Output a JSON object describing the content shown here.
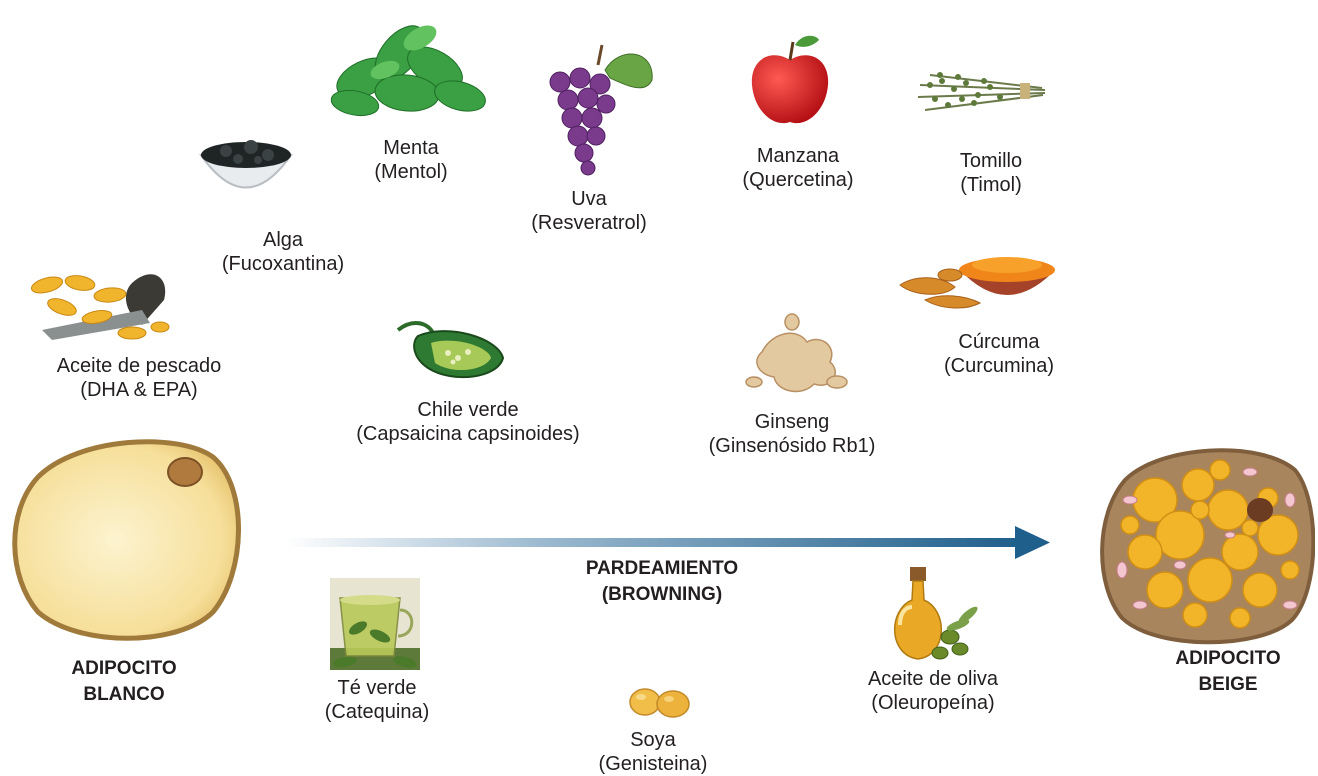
{
  "diagram": {
    "arrow_label": {
      "line1": "PARDEAMIENTO",
      "line2": "(BROWNING)"
    },
    "cells": {
      "white": {
        "line1": "ADIPOCITO",
        "line2": "BLANCO"
      },
      "beige": {
        "line1": "ADIPOCITO",
        "line2": "BEIGE"
      }
    },
    "foods": {
      "fish_oil": {
        "name": "Aceite de pescado",
        "compound": "(DHA & EPA)",
        "icon": "fish-oil-capsules-icon"
      },
      "seaweed": {
        "name": "Alga",
        "compound": "(Fucoxantina)",
        "icon": "seaweed-bowl-icon"
      },
      "mint": {
        "name": "Menta",
        "compound": "(Mentol)",
        "icon": "mint-leaves-icon"
      },
      "grape": {
        "name": "Uva",
        "compound": "(Resveratrol)",
        "icon": "grape-bunch-icon"
      },
      "apple": {
        "name": "Manzana",
        "compound": "(Quercetina)",
        "icon": "apple-icon"
      },
      "thyme": {
        "name": "Tomillo",
        "compound": "(Timol)",
        "icon": "thyme-bundle-icon"
      },
      "turmeric": {
        "name": "Cúrcuma",
        "compound": "(Curcumina)",
        "icon": "turmeric-icon"
      },
      "chili": {
        "name": "Chile verde",
        "compound": "(Capsaicina capsinoides)",
        "icon": "green-chili-icon"
      },
      "ginseng": {
        "name": "Ginseng",
        "compound": "(Ginsenósido Rb1)",
        "icon": "ginseng-root-icon"
      },
      "green_tea": {
        "name": "Té verde",
        "compound": "(Catequina)",
        "icon": "green-tea-cup-icon"
      },
      "soy": {
        "name": "Soya",
        "compound": "(Genisteina)",
        "icon": "soybeans-icon"
      },
      "olive_oil": {
        "name": "Aceite de oliva",
        "compound": "(Oleuropeína)",
        "icon": "olive-oil-bottle-icon"
      }
    },
    "colors": {
      "arrow": "#1f5f8b",
      "white_cell_fill": "#f7e3a4",
      "cell_outline": "#a07a3a",
      "beige_cell_fill": "#a9855e",
      "lipid_droplet": "#f2b52a"
    }
  }
}
